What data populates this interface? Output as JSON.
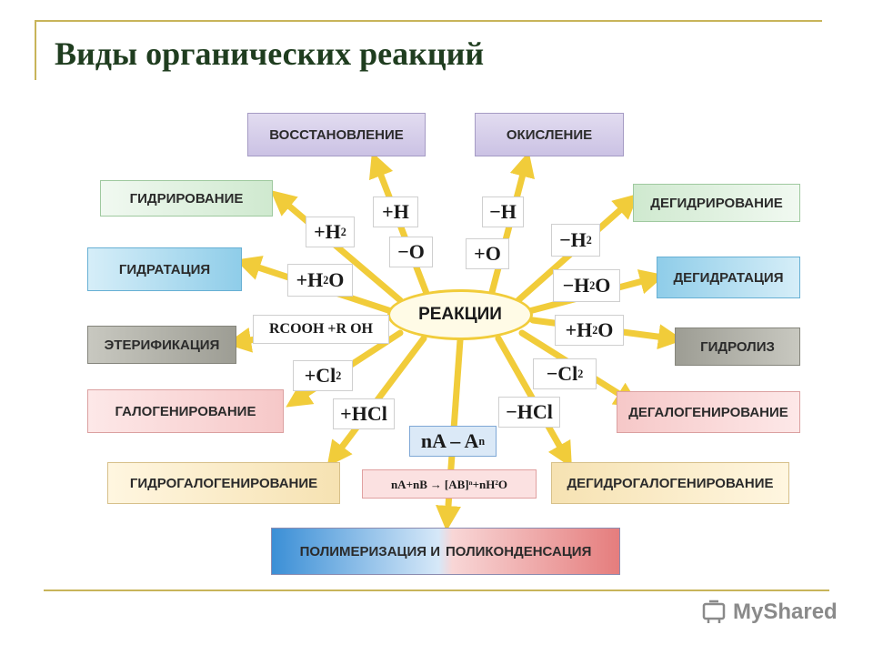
{
  "title": "Виды органических реакций",
  "center_label": "РЕАКЦИИ",
  "reactions": {
    "reduction": "ВОССТАНОВЛЕНИЕ",
    "oxidation": "ОКИСЛЕНИЕ",
    "hydrogenation": "ГИДРИРОВАНИЕ",
    "dehydrogenation": "ДЕГИДРИРОВАНИЕ",
    "hydration": "ГИДРАТАЦИЯ",
    "dehydration": "ДЕГИДРАТАЦИЯ",
    "esterification": "ЭТЕРИФИКАЦИЯ",
    "hydrolysis": "ГИДРОЛИЗ",
    "halogenation": "ГАЛОГЕНИРОВАНИЕ",
    "dehalogenation": "ДЕГАЛОГЕНИРОВАНИЕ",
    "hydrohalogenation": "ГИДРОГАЛОГЕНИРОВАНИЕ",
    "dehydrohalogenation": "ДЕГИДРОГАЛОГЕНИРОВАНИЕ",
    "polymerization": "ПОЛИМЕРИЗАЦИЯ И",
    "polycondensation": "ПОЛИКОНДЕНСАЦИЯ"
  },
  "formulas": {
    "plus_h": "+H",
    "minus_h": "−H",
    "plus_h2": {
      "main": "+H",
      "sub": "2"
    },
    "minus_o": "−O",
    "plus_o": "+O",
    "minus_h2": {
      "main": "−H",
      "sub": "2"
    },
    "plus_h2o": {
      "main": "+H",
      "sub": "2",
      "tail": "O"
    },
    "minus_h2o": {
      "main": "−H",
      "sub": "2",
      "tail": "O"
    },
    "ester": "RCOOH +R OH",
    "plus_h2o_hydrolysis": {
      "main": "+H",
      "sub": "2",
      "tail": "O"
    },
    "plus_cl2": {
      "main": "+Cl",
      "sub": "2"
    },
    "minus_cl2": {
      "main": "−Cl",
      "sub": "2"
    },
    "plus_hcl": "+HCl",
    "minus_hcl": "−HCl",
    "polymer": {
      "main": "nA – A",
      "sub": "n"
    },
    "polycond": {
      "a": "nA+nB",
      "arrow": "→",
      "b": "[AB]",
      "sub1": "n",
      "c": "+nH",
      "sub2": "2",
      "d": "O"
    }
  },
  "logo": {
    "text": "MyShared"
  },
  "colors": {
    "arrow": "#f1cc3a",
    "frame": "#c8b45a",
    "title": "#1f3d1f"
  }
}
